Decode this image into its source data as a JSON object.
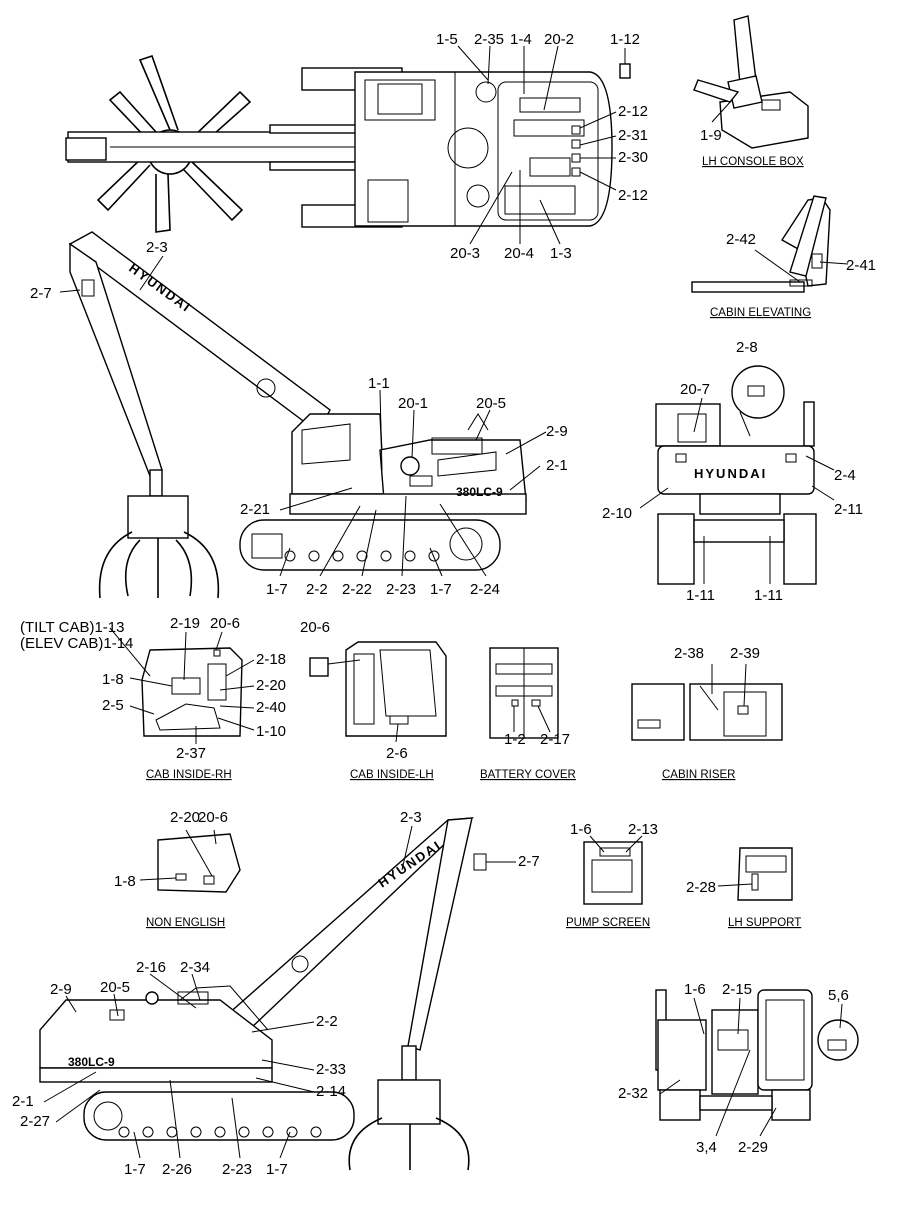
{
  "captions": {
    "lh_console_box": "LH CONSOLE BOX",
    "cabin_elevating": "CABIN ELEVATING",
    "cab_inside_rh": "CAB INSIDE-RH",
    "cab_inside_lh": "CAB INSIDE-LH",
    "battery_cover": "BATTERY COVER",
    "cabin_riser": "CABIN RISER",
    "non_english": "NON ENGLISH",
    "pump_screen": "PUMP SCREEN",
    "lh_support": "LH SUPPORT"
  },
  "brand": {
    "name": "HYUNDAI",
    "model": "380LC-9"
  },
  "callouts": {
    "top_view": [
      "1-5",
      "2-35",
      "1-4",
      "20-2",
      "1-12",
      "2-12",
      "2-31",
      "2-30",
      "2-12",
      "20-3",
      "20-4",
      "1-3"
    ],
    "console": [
      "1-9"
    ],
    "elevating": [
      "2-42",
      "2-41"
    ],
    "side_view": [
      "2-3",
      "2-7",
      "1-1",
      "20-1",
      "20-5",
      "2-9",
      "2-1",
      "2-21",
      "1-7",
      "2-2",
      "2-22",
      "2-23",
      "1-7",
      "2-24"
    ],
    "rear_view": [
      "2-8",
      "20-7",
      "2-4",
      "2-10",
      "2-11",
      "1-11",
      "1-11"
    ],
    "cab_rh": [
      "(TILT CAB)1-13",
      "(ELEV CAB)1-14",
      "2-19",
      "20-6",
      "2-18",
      "1-8",
      "2-20",
      "2-5",
      "2-40",
      "1-10",
      "2-37"
    ],
    "cab_lh": [
      "20-6",
      "2-6"
    ],
    "battery": [
      "1-2",
      "2-17"
    ],
    "riser": [
      "2-38",
      "2-39"
    ],
    "non_english": [
      "2-20",
      "20-6",
      "1-8"
    ],
    "pump": [
      "1-6",
      "2-13"
    ],
    "support": [
      "2-28"
    ],
    "lower_side": [
      "2-3",
      "2-7",
      "2-9",
      "20-5",
      "2-16",
      "2-34",
      "2-2",
      "2-33",
      "2-14",
      "2-1",
      "2-27",
      "1-7",
      "2-26",
      "2-23",
      "1-7"
    ],
    "front_view": [
      "1-6",
      "2-15",
      "5,6",
      "2-32",
      "3,4",
      "2-29"
    ]
  }
}
